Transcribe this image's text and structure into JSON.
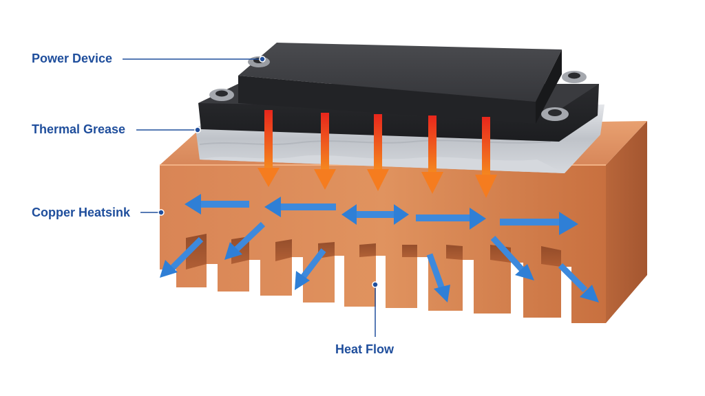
{
  "labels": {
    "power_device": "Power Device",
    "thermal_grease": "Thermal Grease",
    "copper_heatsink": "Copper Heatsink",
    "heat_flow": "Heat Flow"
  },
  "colors": {
    "label_text": "#1f4e9c",
    "leader_line": "#1f4e9c",
    "device_body": "#2f3033",
    "grease": "#c9ccd1",
    "copper": "#d07a47",
    "heat_in_arrow": "#e8361e",
    "spread_arrow": "#2f7fd6"
  }
}
